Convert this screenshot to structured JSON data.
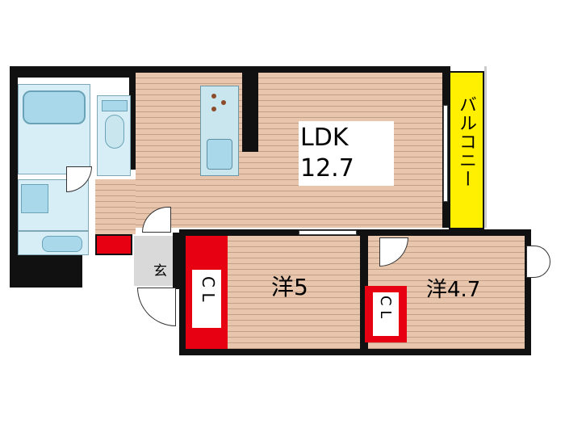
{
  "rooms": {
    "ldk_name": "LDK",
    "ldk_size": "12.7",
    "western1": "洋5",
    "western2": "洋4.7"
  },
  "closets": {
    "closet1": "C L",
    "closet2": "C L"
  },
  "entrance": "玄",
  "balcony": "バルコニー",
  "colors": {
    "wall": "#111111",
    "floor": "#e7c6ad",
    "closet": "#e60012",
    "balcony": "#ffef00",
    "wet_area": "#d7eef6"
  }
}
